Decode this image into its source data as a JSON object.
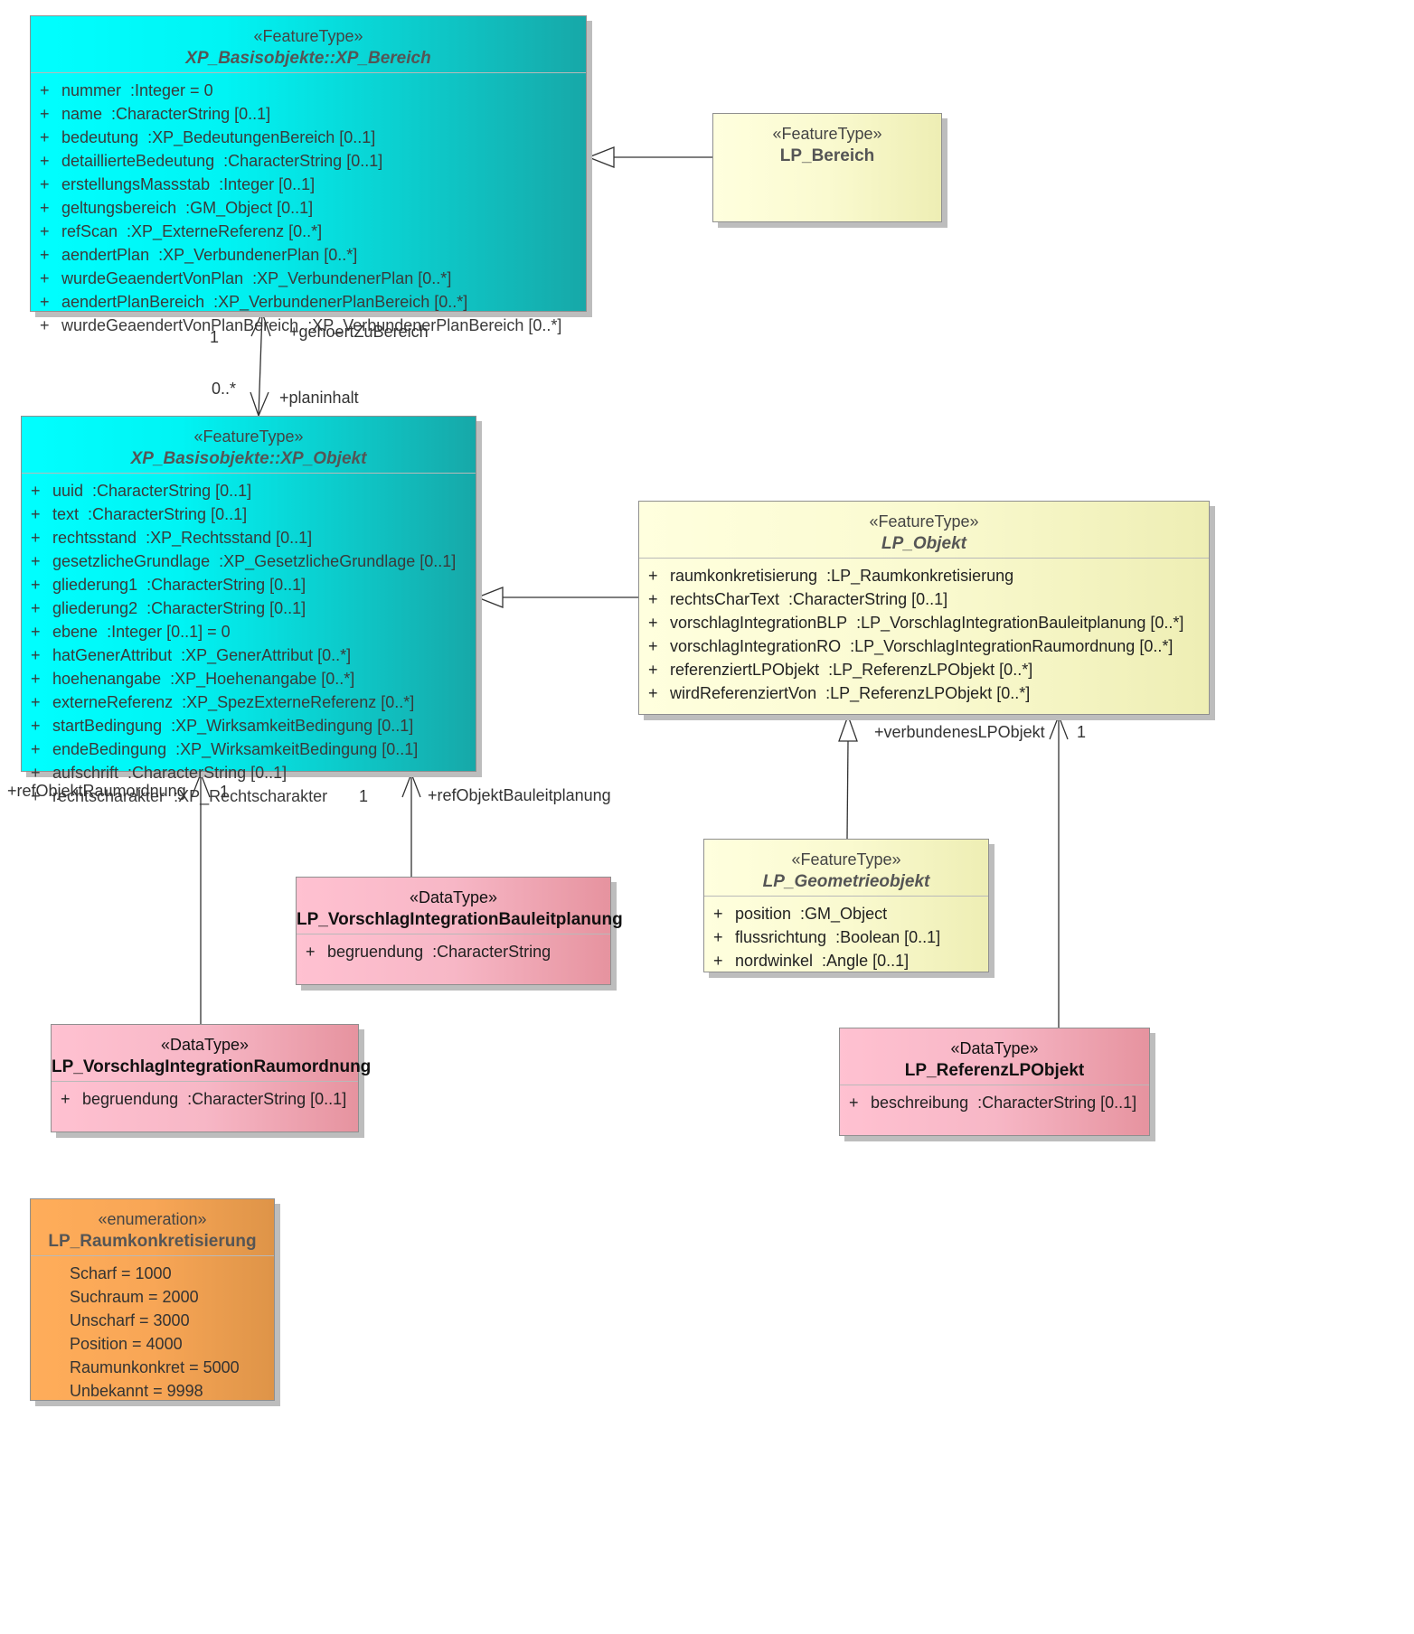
{
  "classes": {
    "xp_bereich": {
      "stereotype": "«FeatureType»",
      "name": "XP_Basisobjekte::XP_Bereich",
      "attributes": [
        {
          "vis": "+",
          "name": "nummer",
          "type": ":Integer = 0"
        },
        {
          "vis": "+",
          "name": "name",
          "type": ":CharacterString [0..1]"
        },
        {
          "vis": "+",
          "name": "bedeutung",
          "type": ":XP_BedeutungenBereich [0..1]"
        },
        {
          "vis": "+",
          "name": "detaillierteBedeutung",
          "type": ":CharacterString [0..1]"
        },
        {
          "vis": "+",
          "name": "erstellungsMassstab",
          "type": ":Integer [0..1]"
        },
        {
          "vis": "+",
          "name": "geltungsbereich",
          "type": ":GM_Object [0..1]"
        },
        {
          "vis": "+",
          "name": "refScan",
          "type": ":XP_ExterneReferenz [0..*]"
        },
        {
          "vis": "+",
          "name": "aendertPlan",
          "type": ":XP_VerbundenerPlan [0..*]"
        },
        {
          "vis": "+",
          "name": "wurdeGeaendertVonPlan",
          "type": ":XP_VerbundenerPlan [0..*]"
        },
        {
          "vis": "+",
          "name": "aendertPlanBereich",
          "type": ":XP_VerbundenerPlanBereich [0..*]"
        },
        {
          "vis": "+",
          "name": "wurdeGeaendertVonPlanBereich",
          "type": ":XP_VerbundenerPlanBereich [0..*]"
        }
      ]
    },
    "lp_bereich": {
      "stereotype": "«FeatureType»",
      "name": "LP_Bereich",
      "attributes": []
    },
    "xp_objekt": {
      "stereotype": "«FeatureType»",
      "name": "XP_Basisobjekte::XP_Objekt",
      "attributes": [
        {
          "vis": "+",
          "name": "uuid",
          "type": ":CharacterString [0..1]"
        },
        {
          "vis": "+",
          "name": "text",
          "type": ":CharacterString [0..1]"
        },
        {
          "vis": "+",
          "name": "rechtsstand",
          "type": ":XP_Rechtsstand [0..1]"
        },
        {
          "vis": "+",
          "name": "gesetzlicheGrundlage",
          "type": ":XP_GesetzlicheGrundlage [0..1]"
        },
        {
          "vis": "+",
          "name": "gliederung1",
          "type": ":CharacterString [0..1]"
        },
        {
          "vis": "+",
          "name": "gliederung2",
          "type": ":CharacterString [0..1]"
        },
        {
          "vis": "+",
          "name": "ebene",
          "type": ":Integer [0..1] = 0"
        },
        {
          "vis": "+",
          "name": "hatGenerAttribut",
          "type": ":XP_GenerAttribut [0..*]"
        },
        {
          "vis": "+",
          "name": "hoehenangabe",
          "type": ":XP_Hoehenangabe [0..*]"
        },
        {
          "vis": "+",
          "name": "externeReferenz",
          "type": ":XP_SpezExterneReferenz [0..*]"
        },
        {
          "vis": "+",
          "name": "startBedingung",
          "type": ":XP_WirksamkeitBedingung [0..1]"
        },
        {
          "vis": "+",
          "name": "endeBedingung",
          "type": ":XP_WirksamkeitBedingung [0..1]"
        },
        {
          "vis": "+",
          "name": "aufschrift",
          "type": ":CharacterString [0..1]"
        },
        {
          "vis": "+",
          "name": "rechtscharakter",
          "type": ":XP_Rechtscharakter"
        }
      ]
    },
    "lp_objekt": {
      "stereotype": "«FeatureType»",
      "name": "LP_Objekt",
      "attributes": [
        {
          "vis": "+",
          "name": "raumkonkretisierung",
          "type": ":LP_Raumkonkretisierung"
        },
        {
          "vis": "+",
          "name": "rechtsCharText",
          "type": ":CharacterString [0..1]"
        },
        {
          "vis": "+",
          "name": "vorschlagIntegrationBLP",
          "type": ":LP_VorschlagIntegrationBauleitplanung [0..*]"
        },
        {
          "vis": "+",
          "name": "vorschlagIntegrationRO",
          "type": ":LP_VorschlagIntegrationRaumordnung [0..*]"
        },
        {
          "vis": "+",
          "name": "referenziertLPObjekt",
          "type": ":LP_ReferenzLPObjekt [0..*]"
        },
        {
          "vis": "+",
          "name": "wirdReferenziertVon",
          "type": ":LP_ReferenzLPObjekt [0..*]"
        }
      ]
    },
    "lp_geometrieobjekt": {
      "stereotype": "«FeatureType»",
      "name": "LP_Geometrieobjekt",
      "attributes": [
        {
          "vis": "+",
          "name": "position",
          "type": ":GM_Object"
        },
        {
          "vis": "+",
          "name": "flussrichtung",
          "type": ":Boolean [0..1]"
        },
        {
          "vis": "+",
          "name": "nordwinkel",
          "type": ":Angle [0..1]"
        }
      ]
    },
    "lp_vorschlag_blp": {
      "stereotype": "«DataType»",
      "name": "LP_VorschlagIntegrationBauleitplanung",
      "attributes": [
        {
          "vis": "+",
          "name": "begruendung",
          "type": ":CharacterString"
        }
      ]
    },
    "lp_vorschlag_ro": {
      "stereotype": "«DataType»",
      "name": "LP_VorschlagIntegrationRaumordnung",
      "attributes": [
        {
          "vis": "+",
          "name": "begruendung",
          "type": ":CharacterString [0..1]"
        }
      ]
    },
    "lp_referenz": {
      "stereotype": "«DataType»",
      "name": "LP_ReferenzLPObjekt",
      "attributes": [
        {
          "vis": "+",
          "name": "beschreibung",
          "type": ":CharacterString [0..1]"
        }
      ]
    },
    "lp_raumkonkretisierung": {
      "stereotype": "«enumeration»",
      "name": "LP_Raumkonkretisierung",
      "literals": [
        "Scharf = 1000",
        "Suchraum = 2000",
        "Unscharf = 3000",
        "Position = 4000",
        "Raumunkonkret = 5000",
        "Unbekannt = 9998"
      ]
    }
  },
  "labels": {
    "gehoert_role": "+gehoertZuBereich",
    "gehoert_mult": "1",
    "planinhalt_role": "+planinhalt",
    "planinhalt_mult": "0..*",
    "ref_ro_role": "+refObjektRaumordnung",
    "ref_ro_mult": "1",
    "ref_blp_role": "+refObjektBauleitplanung",
    "ref_blp_mult": "1",
    "verbundenes_role": "+verbundenesLPObjekt",
    "verbundenes_mult": "1"
  },
  "colors": {
    "feature_xp": "#00ffff",
    "feature_lp": "#ffffde",
    "datatype": "#ffc1d1",
    "enumeration": "#ffad5a",
    "line": "#333333"
  }
}
